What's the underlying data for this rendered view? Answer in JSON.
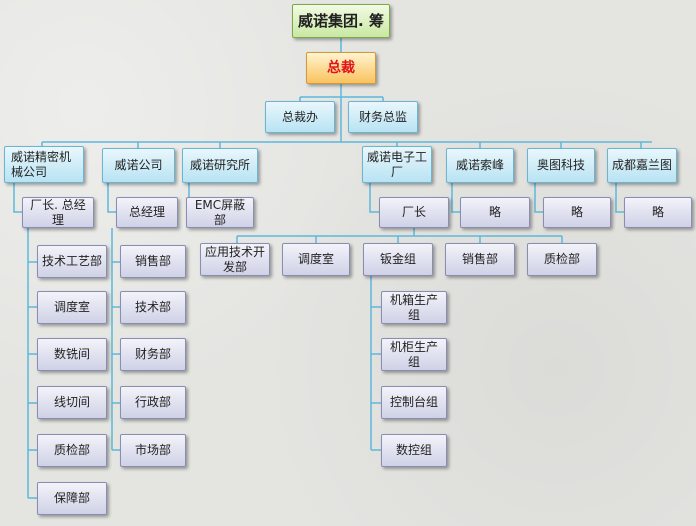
{
  "top": {
    "label": "威诺集团. 筹"
  },
  "ceo": {
    "label": "总裁"
  },
  "offices": [
    {
      "label": "总裁办"
    },
    {
      "label": "财务总监"
    }
  ],
  "companies": [
    {
      "label": "威诺精密机械公司",
      "head": "厂长. 总经理",
      "departments": [
        "技术工艺部",
        "调度室",
        "数铣间",
        "线切间",
        "质检部",
        "保障部"
      ]
    },
    {
      "label": "威诺公司",
      "head": "总经理",
      "departments": [
        "销售部",
        "技术部",
        "财务部",
        "行政部",
        "市场部"
      ]
    },
    {
      "label": "威诺研究所",
      "head": "EMC屏蔽部",
      "departments": []
    },
    {
      "label": "威诺电子工厂",
      "head": "厂长",
      "departments": [
        "应用技术开发部",
        "调度室",
        "钣金组",
        "销售部",
        "质检部"
      ],
      "sheet_metal_groups": [
        "机箱生产组",
        "机柜生产组",
        "控制台组",
        "数控组"
      ]
    },
    {
      "label": "威诺索峰",
      "head": "略",
      "departments": []
    },
    {
      "label": "奥图科技",
      "head": "略",
      "departments": []
    },
    {
      "label": "成都嘉兰图",
      "head": "略",
      "departments": []
    }
  ]
}
